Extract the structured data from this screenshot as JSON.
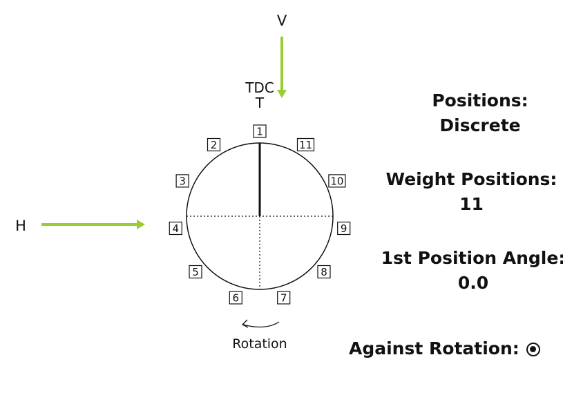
{
  "markers": {
    "vertical_label": "V",
    "horizontal_label": "H",
    "arrow_color": "#9ACD32"
  },
  "dial": {
    "top_label": "TDC",
    "top_sublabel": "T",
    "rotation_label": "Rotation",
    "positions": [
      "1",
      "2",
      "3",
      "4",
      "5",
      "6",
      "7",
      "8",
      "9",
      "10",
      "11"
    ]
  },
  "settings": {
    "positions_label": "Positions:",
    "positions_value": "Discrete",
    "weight_positions_label": "Weight Positions:",
    "weight_positions_value": "11",
    "first_angle_label": "1st Position Angle:",
    "first_angle_value": "0.0",
    "against_rotation_label": "Against Rotation:",
    "against_rotation_checked": true
  }
}
